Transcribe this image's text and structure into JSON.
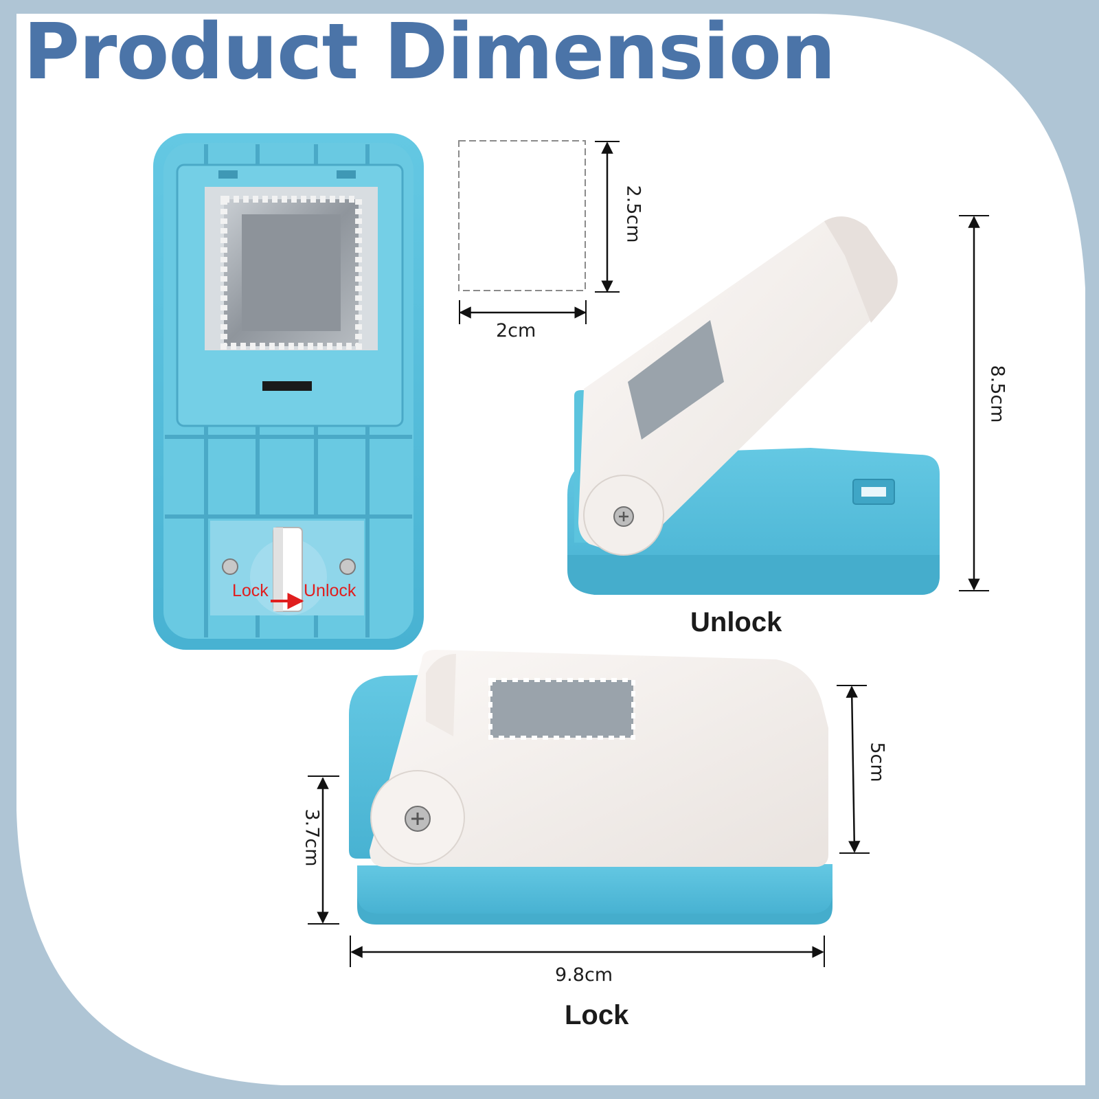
{
  "title": "Product Dimension",
  "stamp_shape": {
    "width": "2cm",
    "height": "2.5cm"
  },
  "unlocked_view": {
    "height": "8.5cm",
    "caption": "Unlock"
  },
  "locked_view": {
    "width": "9.8cm",
    "base_height": "3.7cm",
    "body_height": "5cm",
    "caption": "Lock"
  },
  "switch_labels": {
    "lock": "Lock",
    "unlock": "Unlock"
  },
  "colors": {
    "background_frame": "#afc5d5",
    "panel": "#ffffff",
    "title": "#4b74a8",
    "punch_base": "#5bbfdc",
    "punch_lever": "#f4efec",
    "label_red": "#e01e1e"
  }
}
